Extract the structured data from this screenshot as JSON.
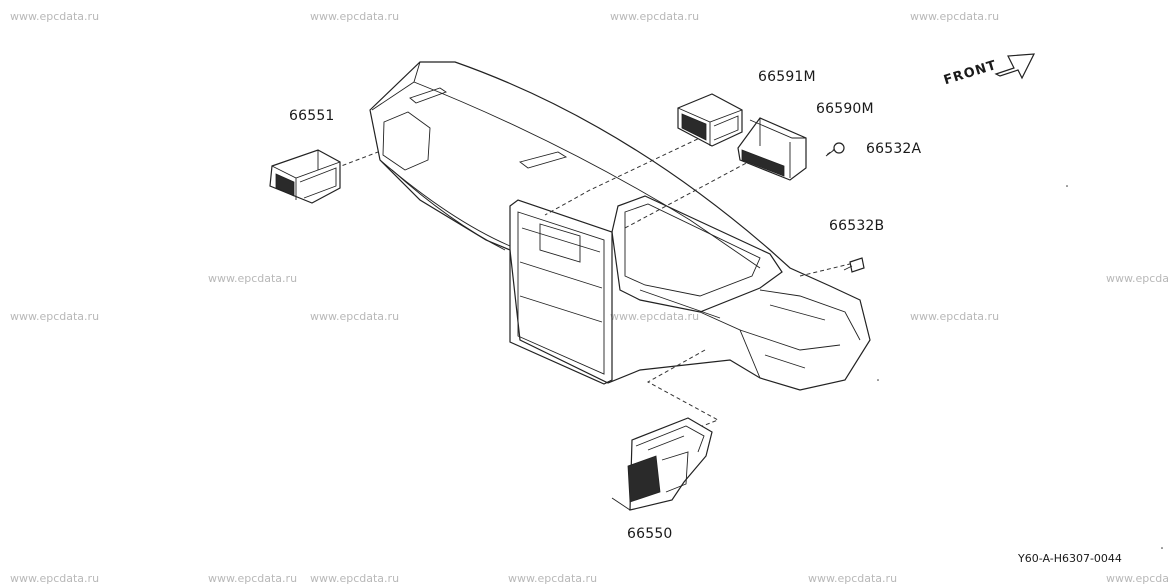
{
  "watermarks": [
    "www.epcdata.ru",
    "www.epcdata.ru",
    "www.epcdata.ru",
    "www.epcdata.ru",
    "www.epcdata.ru",
    "www.epcdata.ru",
    "www.epcdata.ru",
    "www.epcdata.ru",
    "www.epcdata.ru",
    "www.epcdata.ru",
    "www.epcdata.ru",
    "www.epcdata.ru",
    "www.epcdata.ru",
    "www.epcdata.ru",
    "www.epcdata.ru",
    "www.epcdata.ru"
  ],
  "parts": {
    "p66551": "66551",
    "p66591M": "66591M",
    "p66590M": "66590M",
    "p66532A": "66532A",
    "p66532B": "66532B",
    "p66550": "66550"
  },
  "front_label": "FRONT",
  "diagram_code": "Y60-A-H6307-0044"
}
